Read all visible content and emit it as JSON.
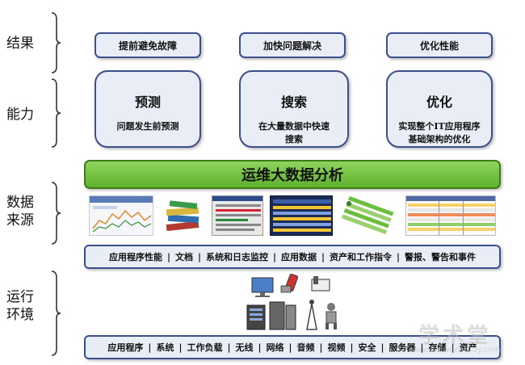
{
  "rows": {
    "results": "结果",
    "capabilities": "能力",
    "data_sources": [
      "数据",
      "来源"
    ],
    "runtime": [
      "运行",
      "环境"
    ]
  },
  "results": [
    "提前避免故障",
    "加快问题解决",
    "优化性能"
  ],
  "capabilities": [
    {
      "title": "预测",
      "desc": "问题发生前预测"
    },
    {
      "title": "搜索",
      "desc": "在大量数据中快速搜索"
    },
    {
      "title": "优化",
      "desc": "实现整个IT应用程序基础架构的优化"
    }
  ],
  "banner": "运维大数据分析",
  "data_source_items": [
    "应用程序性能",
    "文档",
    "系统和日志监控",
    "应用数据",
    "资产和工作指令",
    "警报、警告和事件"
  ],
  "runtime_items": [
    "应用程序",
    "系统",
    "工作负载",
    "无线",
    "网络",
    "音频",
    "视频",
    "安全",
    "服务器",
    "存储",
    "资产"
  ],
  "thumbnails": [
    "performance-chart-thumbnail",
    "document-stack-thumbnail",
    "log-monitor-thumbnail",
    "flight-board-thumbnail",
    "workflow-diagram-thumbnail",
    "alert-table-thumbnail"
  ],
  "runtime_icons": [
    "computer-icon",
    "mobile-phone-icon",
    "telephone-icon",
    "server-icon",
    "storage-icon",
    "network-tower-icon",
    "robot-icon"
  ],
  "watermark": {
    "main": "学术堂",
    "url": "www.lunwenstudy.com"
  },
  "colors": {
    "box_border": "#3c4f8c",
    "box_fill": "#e9edf6",
    "banner": "#6cbd34"
  }
}
